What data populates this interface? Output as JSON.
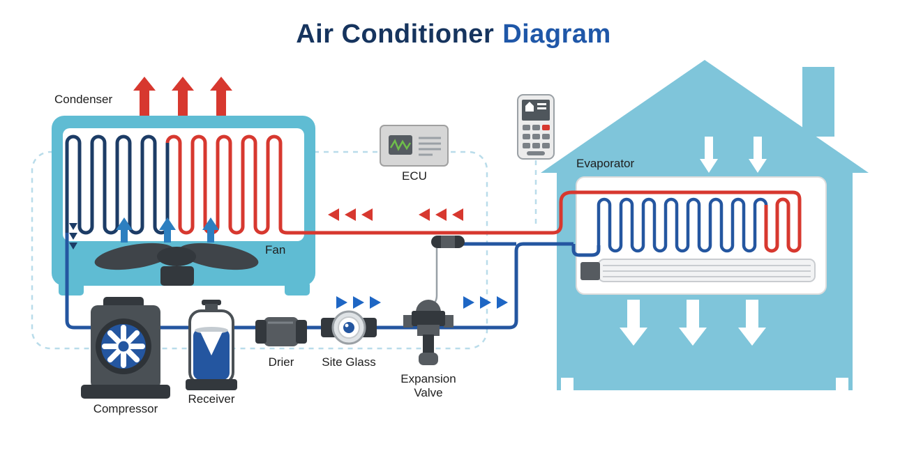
{
  "title": {
    "main": "Air Conditioner",
    "accent": "Diagram"
  },
  "labels": {
    "condenser": "Condenser",
    "fan": "Fan",
    "ecu": "ECU",
    "evaporator": "Evaporator",
    "compressor": "Compressor",
    "receiver": "Receiver",
    "drier": "Drier",
    "site_glass": "Site Glass",
    "expansion_valve_line1": "Expansion",
    "expansion_valve_line2": "Valve"
  },
  "colors": {
    "title_main": "#16345e",
    "title_accent": "#1f57a8",
    "house": "#7fc5da",
    "condenser_body": "#5fbcd3",
    "hot_line": "#d7382f",
    "cold_line": "#2456a0",
    "coil_cold": "#1c3c66",
    "component_gray": "#565b60",
    "component_dark": "#33383d",
    "dashed_guide": "#b9dcea"
  }
}
